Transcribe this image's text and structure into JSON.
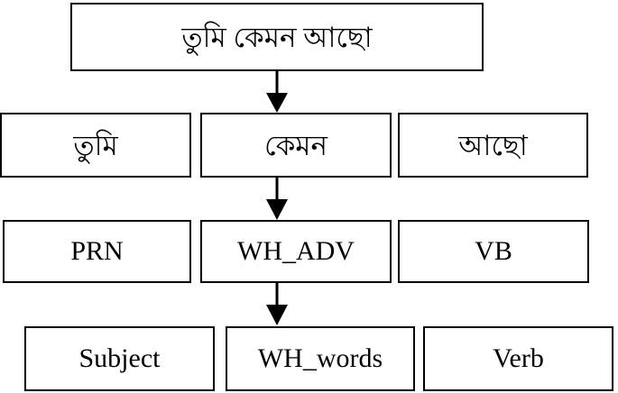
{
  "diagram": {
    "sentence": "তুমি কেমন আছো",
    "tokens": [
      {
        "word": "তুমি",
        "tag": "PRN",
        "role": "Subject"
      },
      {
        "word": "কেমন",
        "tag": "WH_ADV",
        "role": "WH_words"
      },
      {
        "word": "আছো",
        "tag": "VB",
        "role": "Verb"
      }
    ]
  },
  "colors": {
    "stroke": "#000000",
    "background": "#ffffff"
  }
}
